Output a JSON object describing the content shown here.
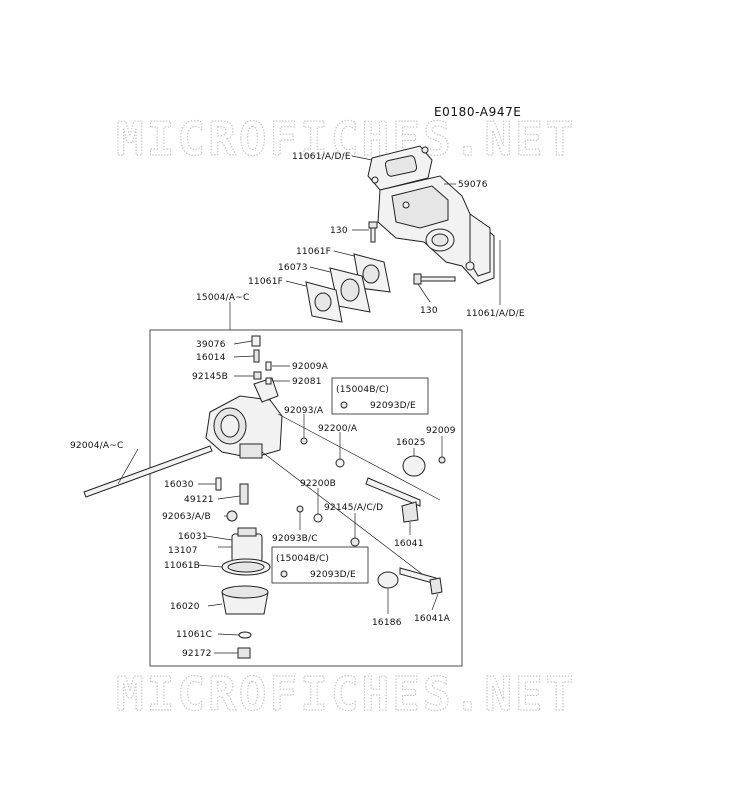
{
  "diagram_code": "E0180-A947E",
  "watermark": "MICROFICHES.NET",
  "labels": {
    "l_11061_ade_top": "11061/A/D/E",
    "l_59076": "59076",
    "l_130_left": "130",
    "l_11061F_a": "11061F",
    "l_16073": "16073",
    "l_11061F_b": "11061F",
    "l_130_right": "130",
    "l_11061_ade_right": "11061/A/D/E",
    "l_15004": "15004/A~C",
    "l_39076": "39076",
    "l_16014": "16014",
    "l_92009A": "92009A",
    "l_92145B": "92145B",
    "l_92081": "92081",
    "l_box1_head": "(15004B/C)",
    "l_box1_part": "92093D/E",
    "l_92093A": "92093/A",
    "l_92200A": "92200/A",
    "l_16025": "16025",
    "l_92009": "92009",
    "l_92004": "92004/A~C",
    "l_16030": "16030",
    "l_49121": "49121",
    "l_92063": "92063/A/B",
    "l_92200B": "92200B",
    "l_92145ACD": "92145/A/C/D",
    "l_92093BC": "92093B/C",
    "l_16041": "16041",
    "l_16031": "16031",
    "l_13107": "13107",
    "l_11061B": "11061B",
    "l_box2_head": "(15004B/C)",
    "l_box2_part": "92093D/E",
    "l_16020": "16020",
    "l_16186": "16186",
    "l_16041A": "16041A",
    "l_11061C": "11061C",
    "l_92172": "92172"
  }
}
